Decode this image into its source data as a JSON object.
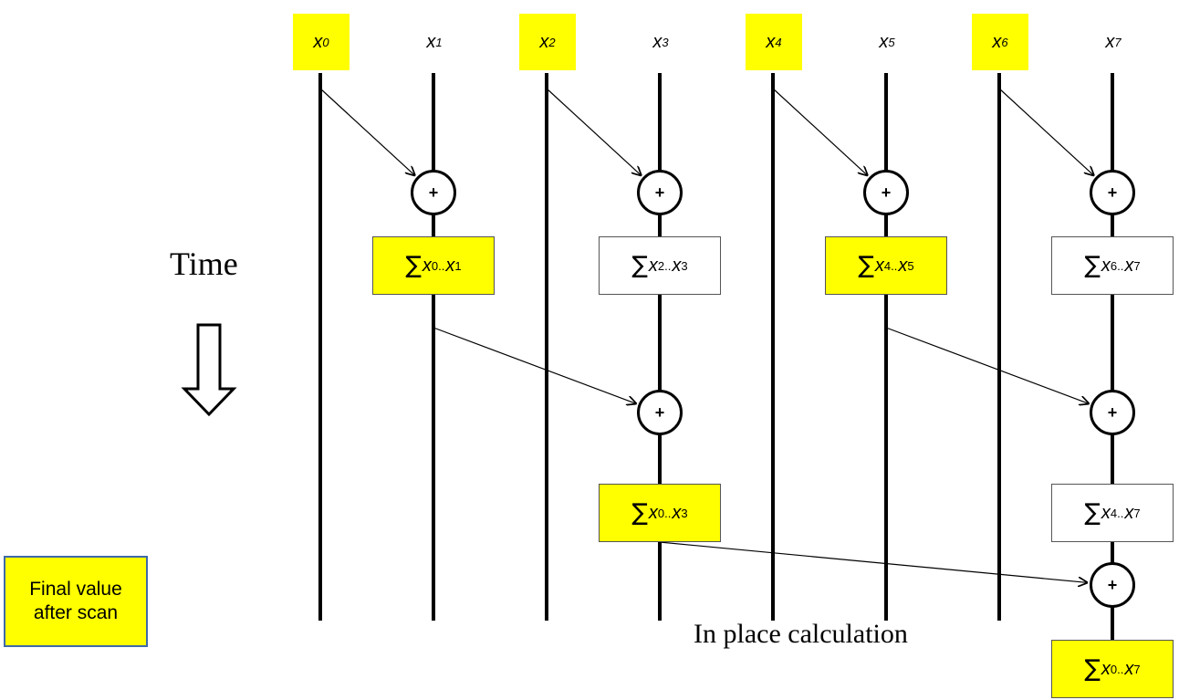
{
  "headers": [
    {
      "base": "x",
      "sub": "0",
      "highlight": true
    },
    {
      "base": "x",
      "sub": "1",
      "highlight": false
    },
    {
      "base": "x",
      "sub": "2",
      "highlight": true
    },
    {
      "base": "x",
      "sub": "3",
      "highlight": false
    },
    {
      "base": "x",
      "sub": "4",
      "highlight": true
    },
    {
      "base": "x",
      "sub": "5",
      "highlight": false
    },
    {
      "base": "x",
      "sub": "6",
      "highlight": true
    },
    {
      "base": "x",
      "sub": "7",
      "highlight": false
    }
  ],
  "adders": [
    {
      "col": 1,
      "stage": 1,
      "label": "+"
    },
    {
      "col": 3,
      "stage": 1,
      "label": "+"
    },
    {
      "col": 5,
      "stage": 1,
      "label": "+"
    },
    {
      "col": 7,
      "stage": 1,
      "label": "+"
    },
    {
      "col": 3,
      "stage": 2,
      "label": "+"
    },
    {
      "col": 7,
      "stage": 2,
      "label": "+"
    },
    {
      "col": 7,
      "stage": 3,
      "label": "+"
    }
  ],
  "sums": [
    {
      "col": 1,
      "stage": 1,
      "symbol": "∑",
      "from": "0",
      "to": "1",
      "range_sep": "..",
      "var": "x",
      "highlight": true
    },
    {
      "col": 3,
      "stage": 1,
      "symbol": "∑",
      "from": "2",
      "to": "3",
      "range_sep": "..",
      "var": "x",
      "highlight": false
    },
    {
      "col": 5,
      "stage": 1,
      "symbol": "∑",
      "from": "4",
      "to": "5",
      "range_sep": "..",
      "var": "x",
      "highlight": true
    },
    {
      "col": 7,
      "stage": 1,
      "symbol": "∑",
      "from": "6",
      "to": "7",
      "range_sep": "..",
      "var": "x",
      "highlight": false
    },
    {
      "col": 3,
      "stage": 2,
      "symbol": "∑",
      "from": "0",
      "to": "3",
      "range_sep": "..",
      "var": "x",
      "highlight": true
    },
    {
      "col": 7,
      "stage": 2,
      "symbol": "∑",
      "from": "4",
      "to": "7",
      "range_sep": "..",
      "var": "x",
      "highlight": false
    },
    {
      "col": 7,
      "stage": 3,
      "symbol": "∑",
      "from": "0",
      "to": "7",
      "range_sep": "..",
      "var": "x",
      "highlight": true
    }
  ],
  "edges": [
    {
      "from_col": 0,
      "from_stage": 0,
      "to_col": 1,
      "to_stage": 1
    },
    {
      "from_col": 2,
      "from_stage": 0,
      "to_col": 3,
      "to_stage": 1
    },
    {
      "from_col": 4,
      "from_stage": 0,
      "to_col": 5,
      "to_stage": 1
    },
    {
      "from_col": 6,
      "from_stage": 0,
      "to_col": 7,
      "to_stage": 1
    },
    {
      "from_col": 1,
      "from_stage": 1,
      "to_col": 3,
      "to_stage": 2
    },
    {
      "from_col": 5,
      "from_stage": 1,
      "to_col": 7,
      "to_stage": 2
    },
    {
      "from_col": 3,
      "from_stage": 2,
      "to_col": 7,
      "to_stage": 3
    }
  ],
  "time_label": "Time",
  "caption": "In place calculation",
  "legend": {
    "line1": "Final value",
    "line2": "after scan"
  },
  "colors": {
    "highlight": "#ffff00",
    "line": "#000000",
    "legend_border": "#3e6aa8"
  }
}
